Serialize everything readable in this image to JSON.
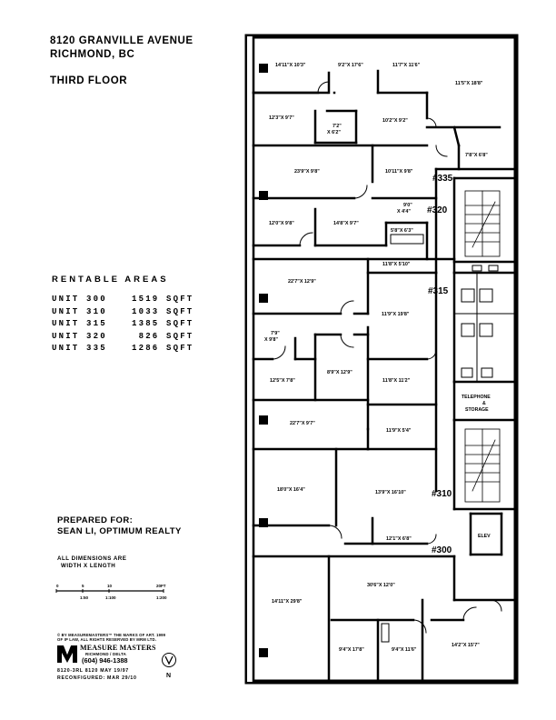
{
  "header": {
    "address_line1": "8120 GRANVILLE AVENUE",
    "address_line2": "RICHMOND, BC",
    "floor": "THIRD FLOOR"
  },
  "rentable": {
    "title": "RENTABLE AREAS",
    "rows": [
      {
        "unit": "UNIT 300",
        "area": "1519 SQFT"
      },
      {
        "unit": "UNIT 310",
        "area": "1033 SQFT"
      },
      {
        "unit": "UNIT 315",
        "area": "1385 SQFT"
      },
      {
        "unit": "UNIT 320",
        "area": " 826 SQFT"
      },
      {
        "unit": "UNIT 335",
        "area": "1286 SQFT"
      }
    ]
  },
  "prepared": {
    "label": "PREPARED FOR:",
    "name": "SEAN LI, OPTIMUM REALTY"
  },
  "dimensions_note": {
    "line1": "ALL DIMENSIONS ARE",
    "line2": "WIDTH X LENGTH"
  },
  "scale_bar": {
    "top_labels": [
      "0",
      "5",
      "10",
      "20FT"
    ],
    "bottom_labels": [
      "1:50",
      "1:100",
      "1:200"
    ]
  },
  "footer": {
    "copyright_line1": "© BY MEASUREMASTERS™ THE MARKS OF ART. 1999",
    "copyright_line2": "OF IP LAW, ALL RIGHTS RESERVED BY MRM LTD.",
    "company": "MEASURE MASTERS",
    "location": "RICHMOND / DELTA",
    "phone": "(604) 946-1388",
    "job_line": "8120-3RL   8120   MAY 19/97",
    "recon_line": "RECONFIGURED:  MAR 29/10",
    "north": "N"
  },
  "plan": {
    "rooms": [
      "14'11\"X 10'3\"",
      "9'2\"X 17'6\"",
      "11'7\"X 11'6\"",
      "11'5\"X 18'8\"",
      "12'3\"X 9'7\"",
      "7'2\"",
      "X 6'2\"",
      "10'2\"X 9'2\"",
      "7'8\"X 6'8\"",
      "23'9\"X 9'8\"",
      "10'11\"X 9'8\"",
      "9'0\"",
      "X 4'4\"",
      "12'0\"X 9'8\"",
      "14'8\"X 9'7\"",
      "5'8\"X 6'3\"",
      "22'7\"X 12'9\"",
      "11'8\"X 5'10\"",
      "11'9\"X 19'8\"",
      "7'9\"",
      "X 9'8\"",
      "12'5\"X 7'8\"",
      "8'9\"X 12'9\"",
      "11'8\"X 11'2\"",
      "22'7\"X 9'7\"",
      "11'9\"X 5'4\"",
      "18'0\"X 16'4\"",
      "13'9\"X 16'10\"",
      "12'1\"X 6'8\"",
      "30'6\"X 12'0\"",
      "14'11\"X 29'8\"",
      "9'4\"X 17'8\"",
      "9'4\"X 11'6\"",
      "14'2\"X 15'7\""
    ],
    "units": [
      "#335",
      "#320",
      "#315",
      "#310",
      "#300"
    ],
    "service": {
      "telephone": "TELEPHONE",
      "amp": "&",
      "storage": "STORAGE",
      "elev": "ELEV"
    }
  }
}
